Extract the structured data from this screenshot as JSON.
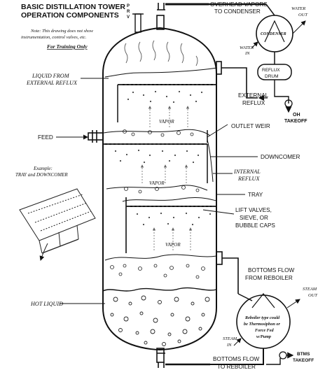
{
  "title": {
    "line1": "BASIC DISTILLATION TOWER",
    "line2": "OPERATION COMPONENTS"
  },
  "note": {
    "line1": "Note: This drawing does not show",
    "line2": "instrumentation, control valves, etc.",
    "training": "For Training Only"
  },
  "prv_label": [
    "P",
    "R",
    "V"
  ],
  "labels": {
    "overhead_vapors_1": "OVERHEAD VAPORS",
    "overhead_vapors_2": "TO CONDENSER",
    "water_out_1": "WATER",
    "water_out_2": "OUT",
    "condenser": "CONDENSER",
    "water_in_1": "WATER",
    "water_in_2": "IN",
    "reflux_drum_1": "REFLUX",
    "reflux_drum_2": "DRUM",
    "liquid_from_1": "LIQUID FROM",
    "liquid_from_2": "EXTERNAL REFLUX",
    "external_reflux_1": "EXTERNAL",
    "external_reflux_2": "REFLUX",
    "oh_takeoff_1": "OH",
    "oh_takeoff_2": "TAKEOFF",
    "vapor_1": "VAPOR",
    "outlet_weir": "OUTLET WEIR",
    "feed": "FEED",
    "downcomer": "DOWNCOMER",
    "internal_reflux_1": "INTERNAL",
    "internal_reflux_2": "REFLUX",
    "example_1": "Example:",
    "example_2": "TRAY and DOWNCOMER",
    "vapor_2": "VAPOR",
    "tray": "TRAY",
    "lift_valves_1": "LIFT VALVES,",
    "lift_valves_2": "SIEVE, OR",
    "lift_valves_3": "BUBBLE CAPS",
    "vapor_3": "VAPOR",
    "bottoms_flow_1": "BOTTOMS FLOW",
    "bottoms_flow_2": "FROM REBOILER",
    "steam_out_1": "STEAM",
    "steam_out_2": "OUT",
    "hot_liquid": "HOT LIQUID",
    "reboiler_1": "Reboiler type could",
    "reboiler_2": "be Thermosiphon or",
    "reboiler_3": "Force Fed",
    "reboiler_4": "w/Pump",
    "steam_in_1": "STEAM",
    "steam_in_2": "IN",
    "btms_takeoff_1": "BTMS",
    "btms_takeoff_2": "TAKEOFF",
    "bottoms_to_reboiler_1": "BOTTOMS FLOW",
    "bottoms_to_reboiler_2": "TO REBOILER"
  },
  "colors": {
    "line": "#111111",
    "background": "#ffffff"
  }
}
